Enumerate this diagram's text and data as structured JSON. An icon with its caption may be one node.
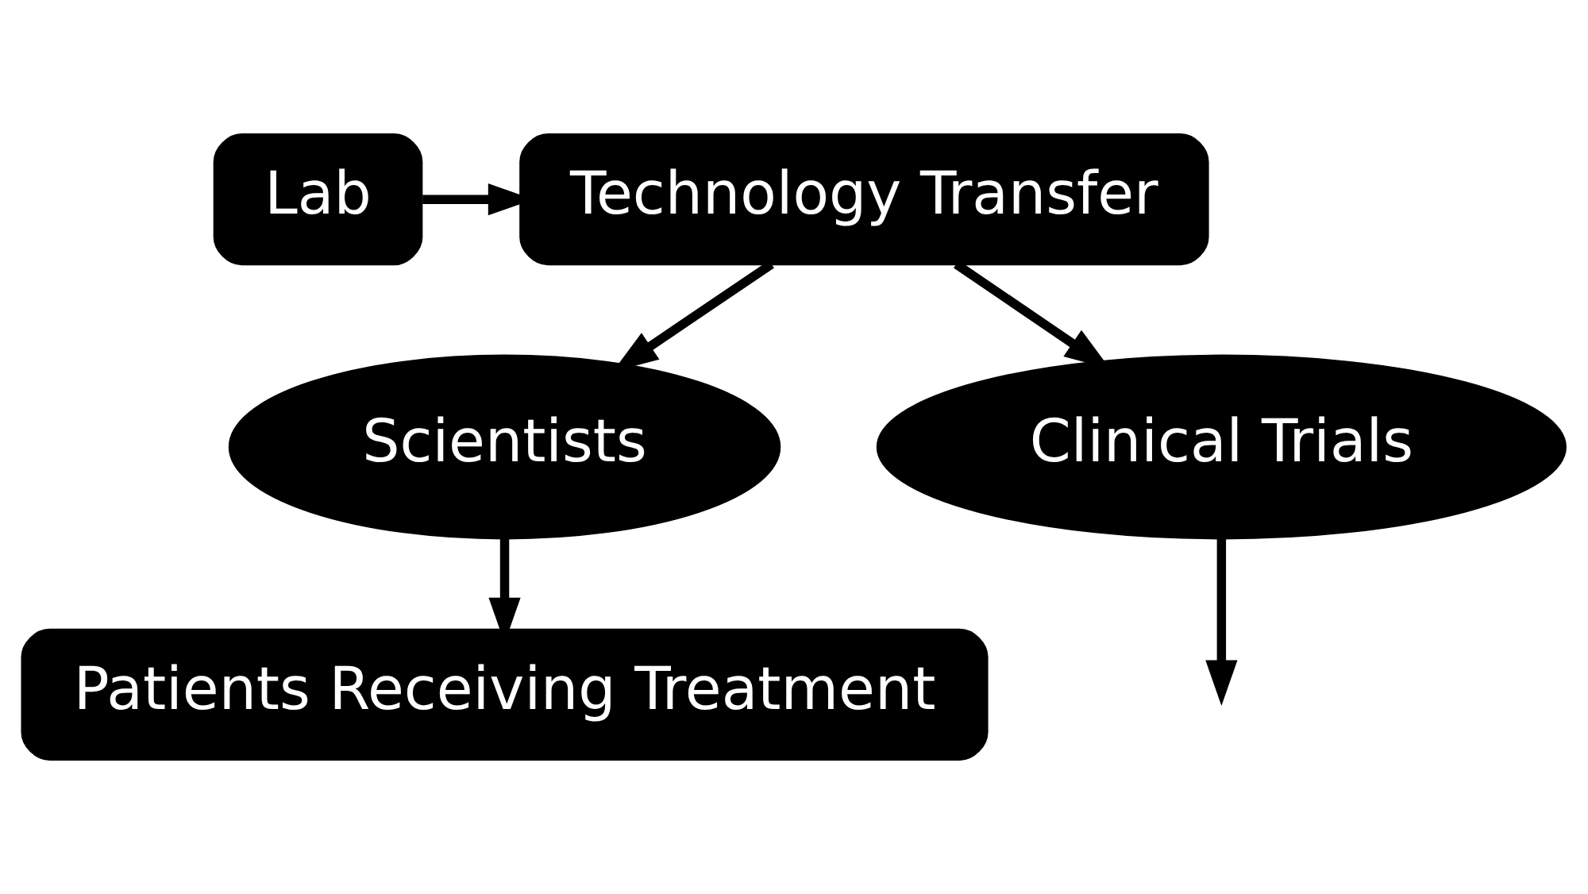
{
  "diagram": {
    "nodes": [
      {
        "text": [
          "Lab"
        ]
      },
      {
        "text": [
          "Technology Transfer"
        ]
      },
      {
        "text": [
          "Scientists"
        ]
      },
      {
        "text": [
          "Clinical Trials"
        ]
      },
      {
        "text": [
          "Patients Receiving Treatment"
        ]
      }
    ],
    "edges": [
      {
        "from": 0,
        "to": 1,
        "arrow": "to"
      },
      {
        "from": 1,
        "to": 2,
        "arrow": "to"
      },
      {
        "from": 1,
        "to": 3,
        "arrow": "to"
      },
      {
        "from": 2,
        "to": 4,
        "arrow": "to"
      },
      {
        "from": 3,
        "to": null,
        "arrow": "to"
      }
    ]
  }
}
